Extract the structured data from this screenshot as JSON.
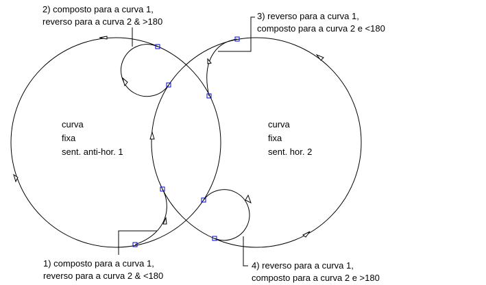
{
  "colors": {
    "line": "#000000",
    "grip": "#0000cc",
    "background": "#ffffff"
  },
  "fixed_curves": [
    {
      "lines": [
        "curva",
        "fixa",
        "sent. anti-hor. 1"
      ]
    },
    {
      "lines": [
        "curva",
        "fixa",
        "sent. hor. 2"
      ]
    }
  ],
  "callouts": [
    {
      "lines": [
        "1) composto para a curva 1,",
        "reverso para a curva 2 & <180"
      ]
    },
    {
      "lines": [
        "2) composto para a curva 1,",
        "reverso para a curva 2 & >180"
      ]
    },
    {
      "lines": [
        "3) reverso para a curva 1,",
        "composto para a curva 2 e <180"
      ]
    },
    {
      "lines": [
        "4) reverso para a curva 1,",
        "composto para a curva 2 e >180"
      ]
    }
  ]
}
